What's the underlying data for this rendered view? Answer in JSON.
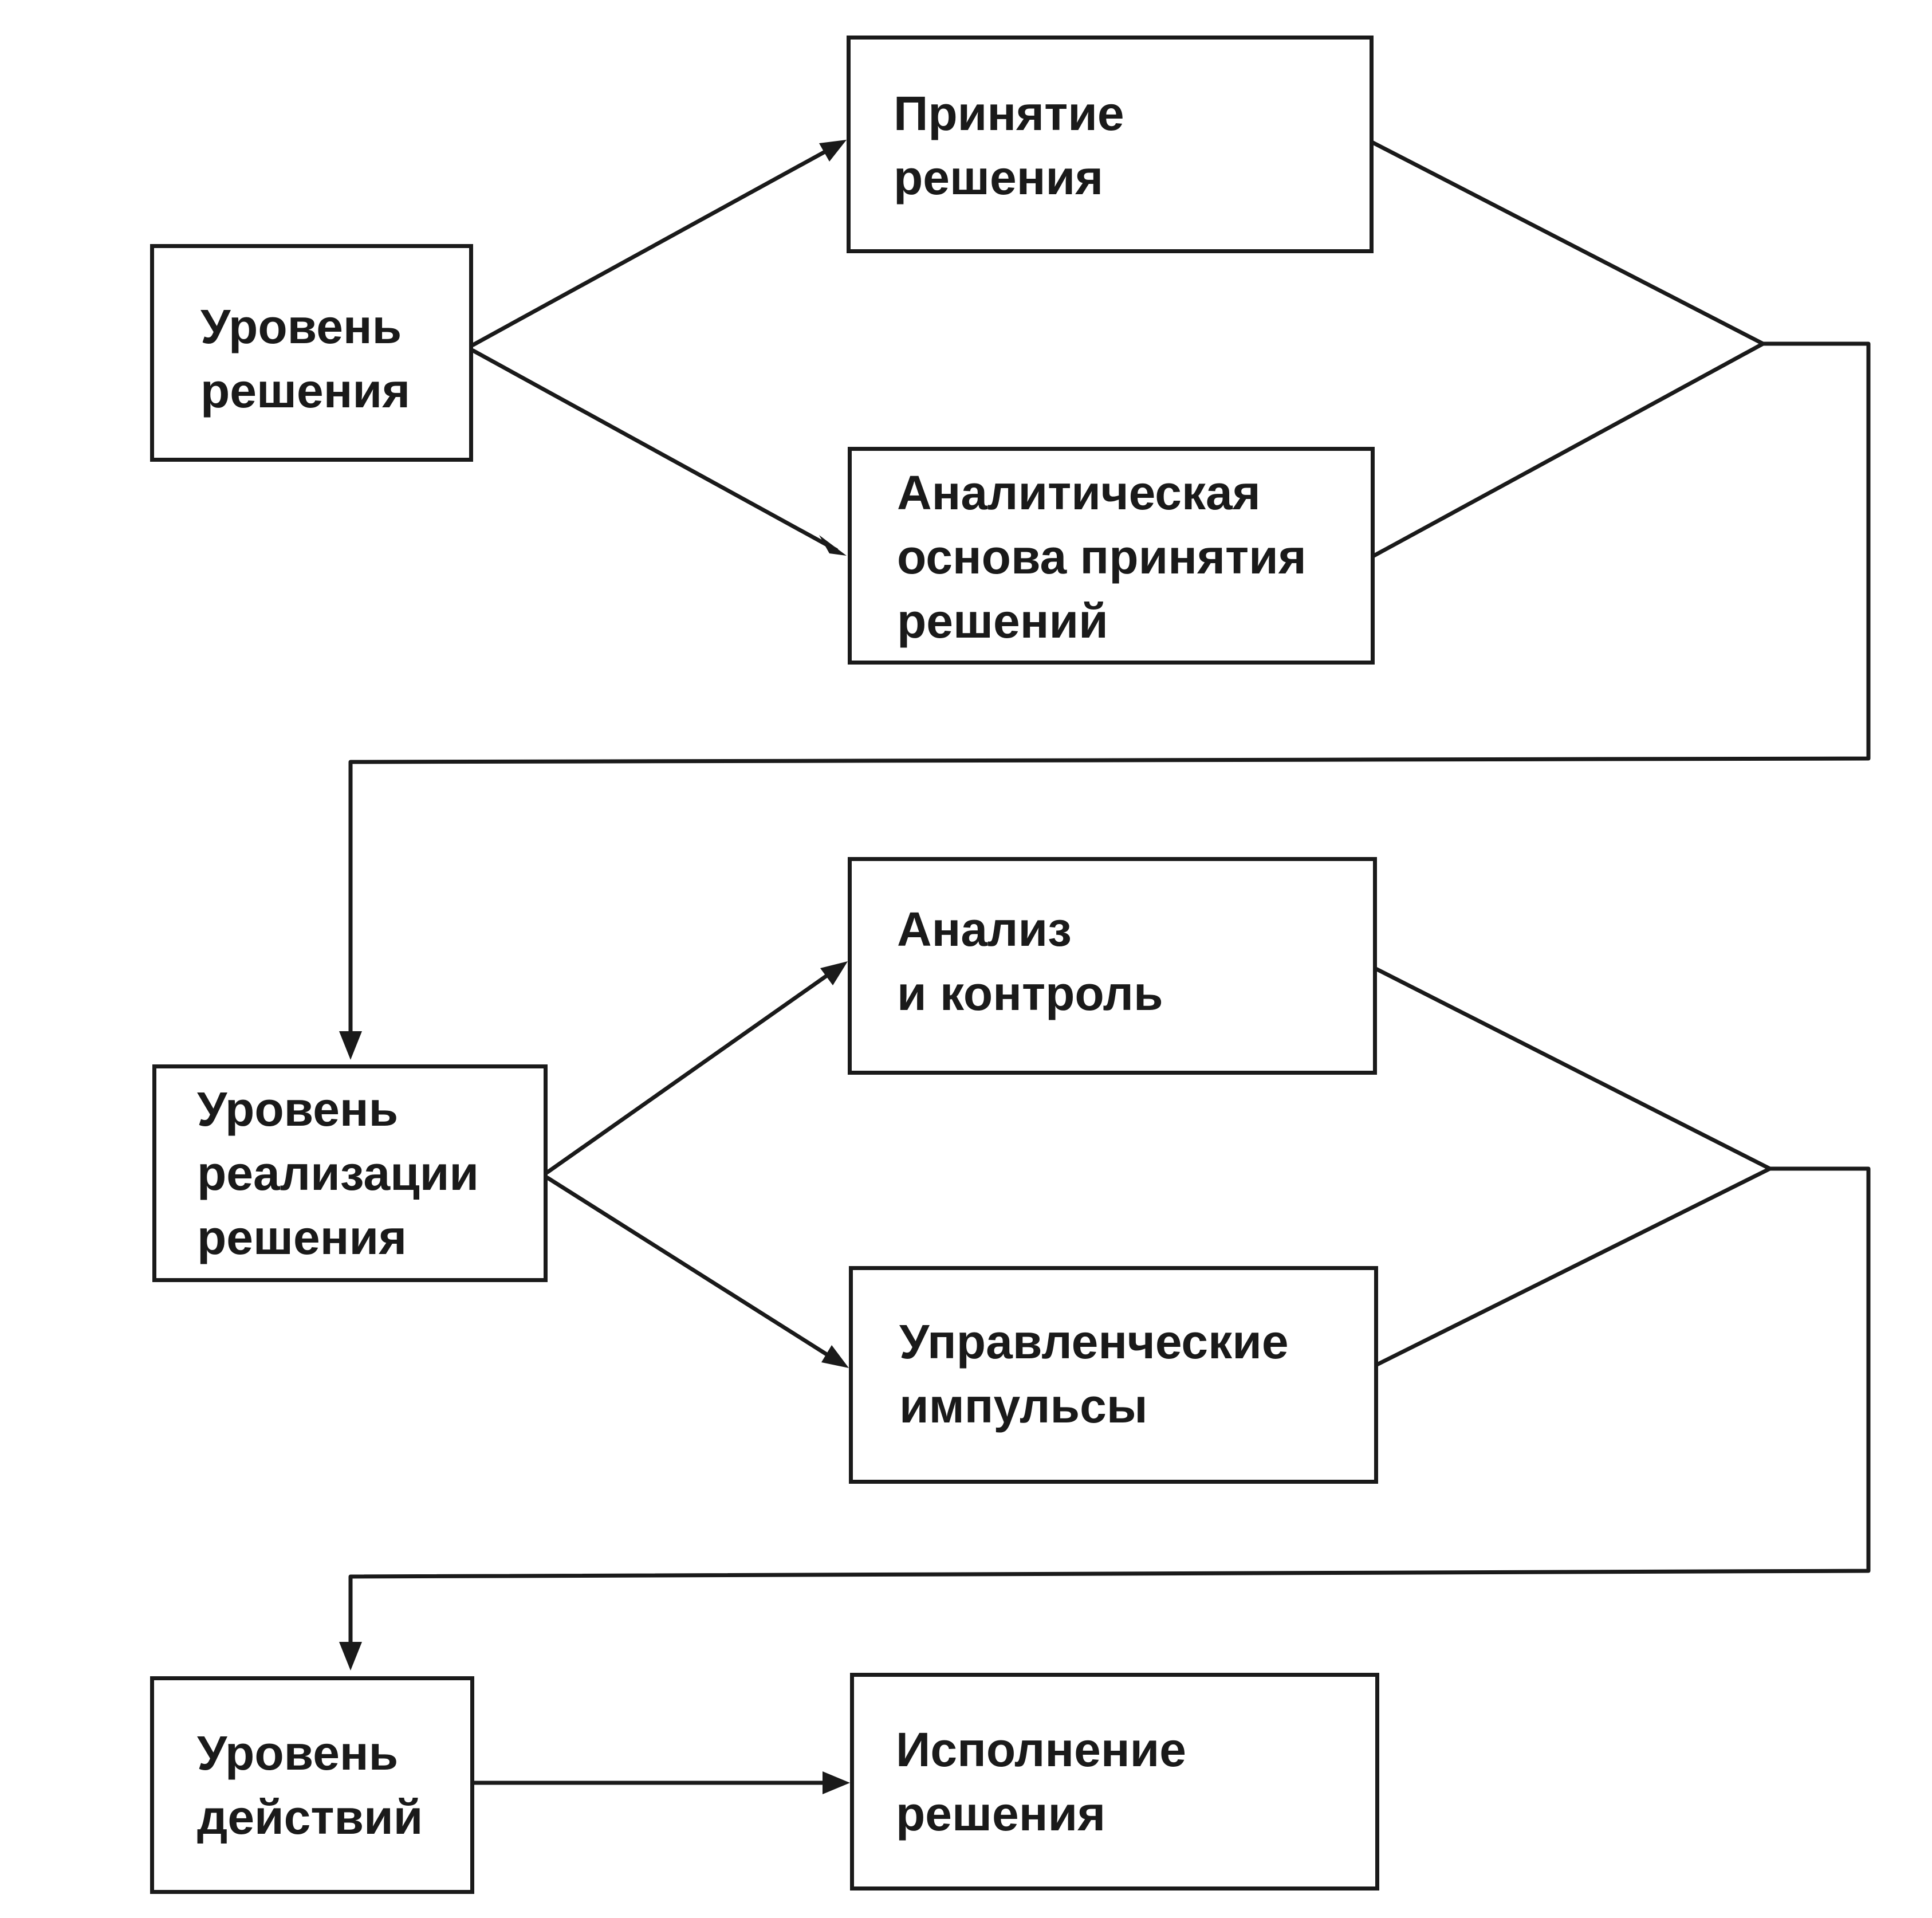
{
  "nodes": {
    "level_decision": {
      "lines": [
        "Уровень",
        "решения"
      ]
    },
    "making_decision": {
      "lines": [
        "Принятие",
        "решения"
      ]
    },
    "analytical_basis": {
      "lines": [
        "Аналитическая",
        "основа принятия",
        "решений"
      ]
    },
    "level_implementation": {
      "lines": [
        "Уровень",
        "реализации",
        "решения"
      ]
    },
    "analysis_control": {
      "lines": [
        "Анализ",
        "и контроль"
      ]
    },
    "management_impulses": {
      "lines": [
        "Управленческие",
        "импульсы"
      ]
    },
    "level_actions": {
      "lines": [
        "Уровень",
        "действий"
      ]
    },
    "execution": {
      "lines": [
        "Исполнение",
        "решения"
      ]
    }
  },
  "colors": {
    "line": "#1a1a1a",
    "background": "#ffffff"
  }
}
